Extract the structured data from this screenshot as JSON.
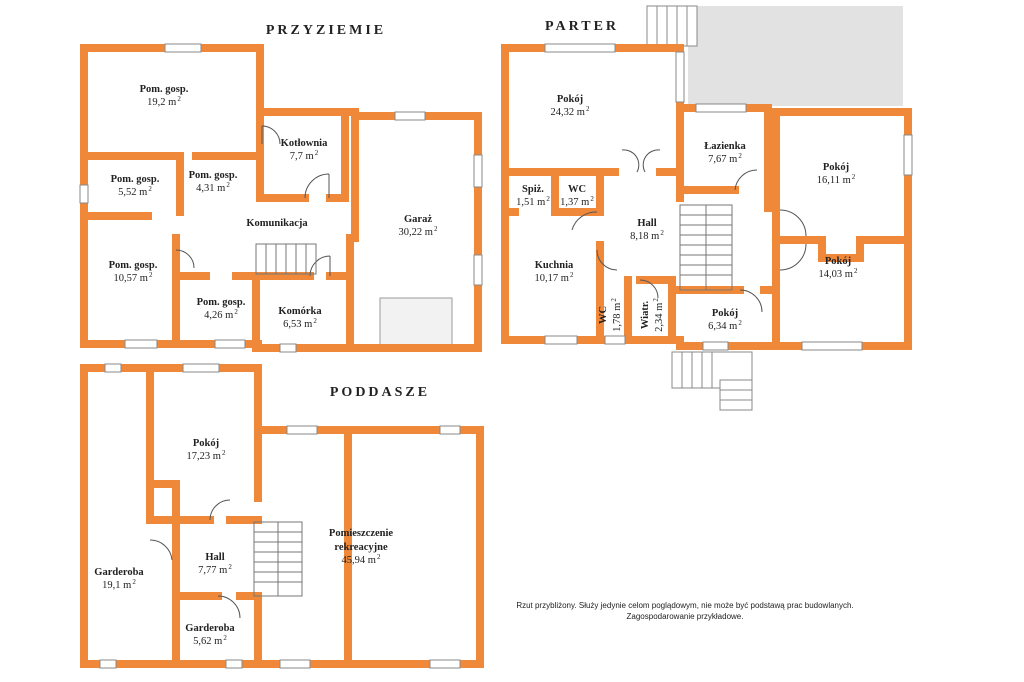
{
  "floors": {
    "przyziemie": "PRZYZIEMIE",
    "parter": "PARTER",
    "poddasze": "PODDASZE"
  },
  "rooms": {
    "pg1": {
      "name": "Pom. gosp.",
      "area": "19,2  m"
    },
    "kotlownia": {
      "name": "Kotłownia",
      "area": "7,7  m"
    },
    "pg2": {
      "name": "Pom. gosp.",
      "area": "5,52  m"
    },
    "pg3": {
      "name": "Pom. gosp.",
      "area": "4,31  m"
    },
    "komunikacja": {
      "name": "Komunikacja",
      "area": ""
    },
    "garaz": {
      "name": "Garaż",
      "area": "30,22  m"
    },
    "pg4": {
      "name": "Pom. gosp.",
      "area": "10,57  m"
    },
    "pg5": {
      "name": "Pom. gosp.",
      "area": "4,26  m"
    },
    "komorka": {
      "name": "Komórka",
      "area": "6,53  m"
    },
    "pokoj_p1": {
      "name": "Pokój",
      "area": "24,32  m"
    },
    "spiz": {
      "name": "Spiż.",
      "area": "1,51  m"
    },
    "wc_p1": {
      "name": "WC",
      "area": "1,37  m"
    },
    "hall_p": {
      "name": "Hall",
      "area": "8,18  m"
    },
    "kuchnia": {
      "name": "Kuchnia",
      "area": "10,17  m"
    },
    "wc_p2": {
      "name": "WC",
      "area": "1,78  m"
    },
    "wiatr": {
      "name": "Wiatr.",
      "area": "2,34  m"
    },
    "lazienka": {
      "name": "Łazienka",
      "area": "7,67  m"
    },
    "pokoj_p2": {
      "name": "Pokój",
      "area": "16,11  m"
    },
    "pokoj_p3": {
      "name": "Pokój",
      "area": "14,03  m"
    },
    "pokoj_p4": {
      "name": "Pokój",
      "area": "6,34  m"
    },
    "pokoj_d": {
      "name": "Pokój",
      "area": "17,23  m"
    },
    "rekreacyjne1": {
      "name": "Pomieszczenie"
    },
    "rekreacyjne2": {
      "name": "rekreacyjne",
      "area": "45,94  m"
    },
    "garderoba1": {
      "name": "Garderoba",
      "area": "19,1  m"
    },
    "hall_d": {
      "name": "Hall",
      "area": "7,77  m"
    },
    "garderoba2": {
      "name": "Garderoba",
      "area": "5,62  m"
    }
  },
  "sup": "2",
  "note": {
    "line1": "Rzut przybliżony. Służy jedynie celom poglądowym, nie może być podstawą prac budowlanych.",
    "line2": "Zagospodarowanie przykładowe."
  },
  "colors": {
    "wall": "#F0883A",
    "terrace": "#E0E0E0"
  }
}
